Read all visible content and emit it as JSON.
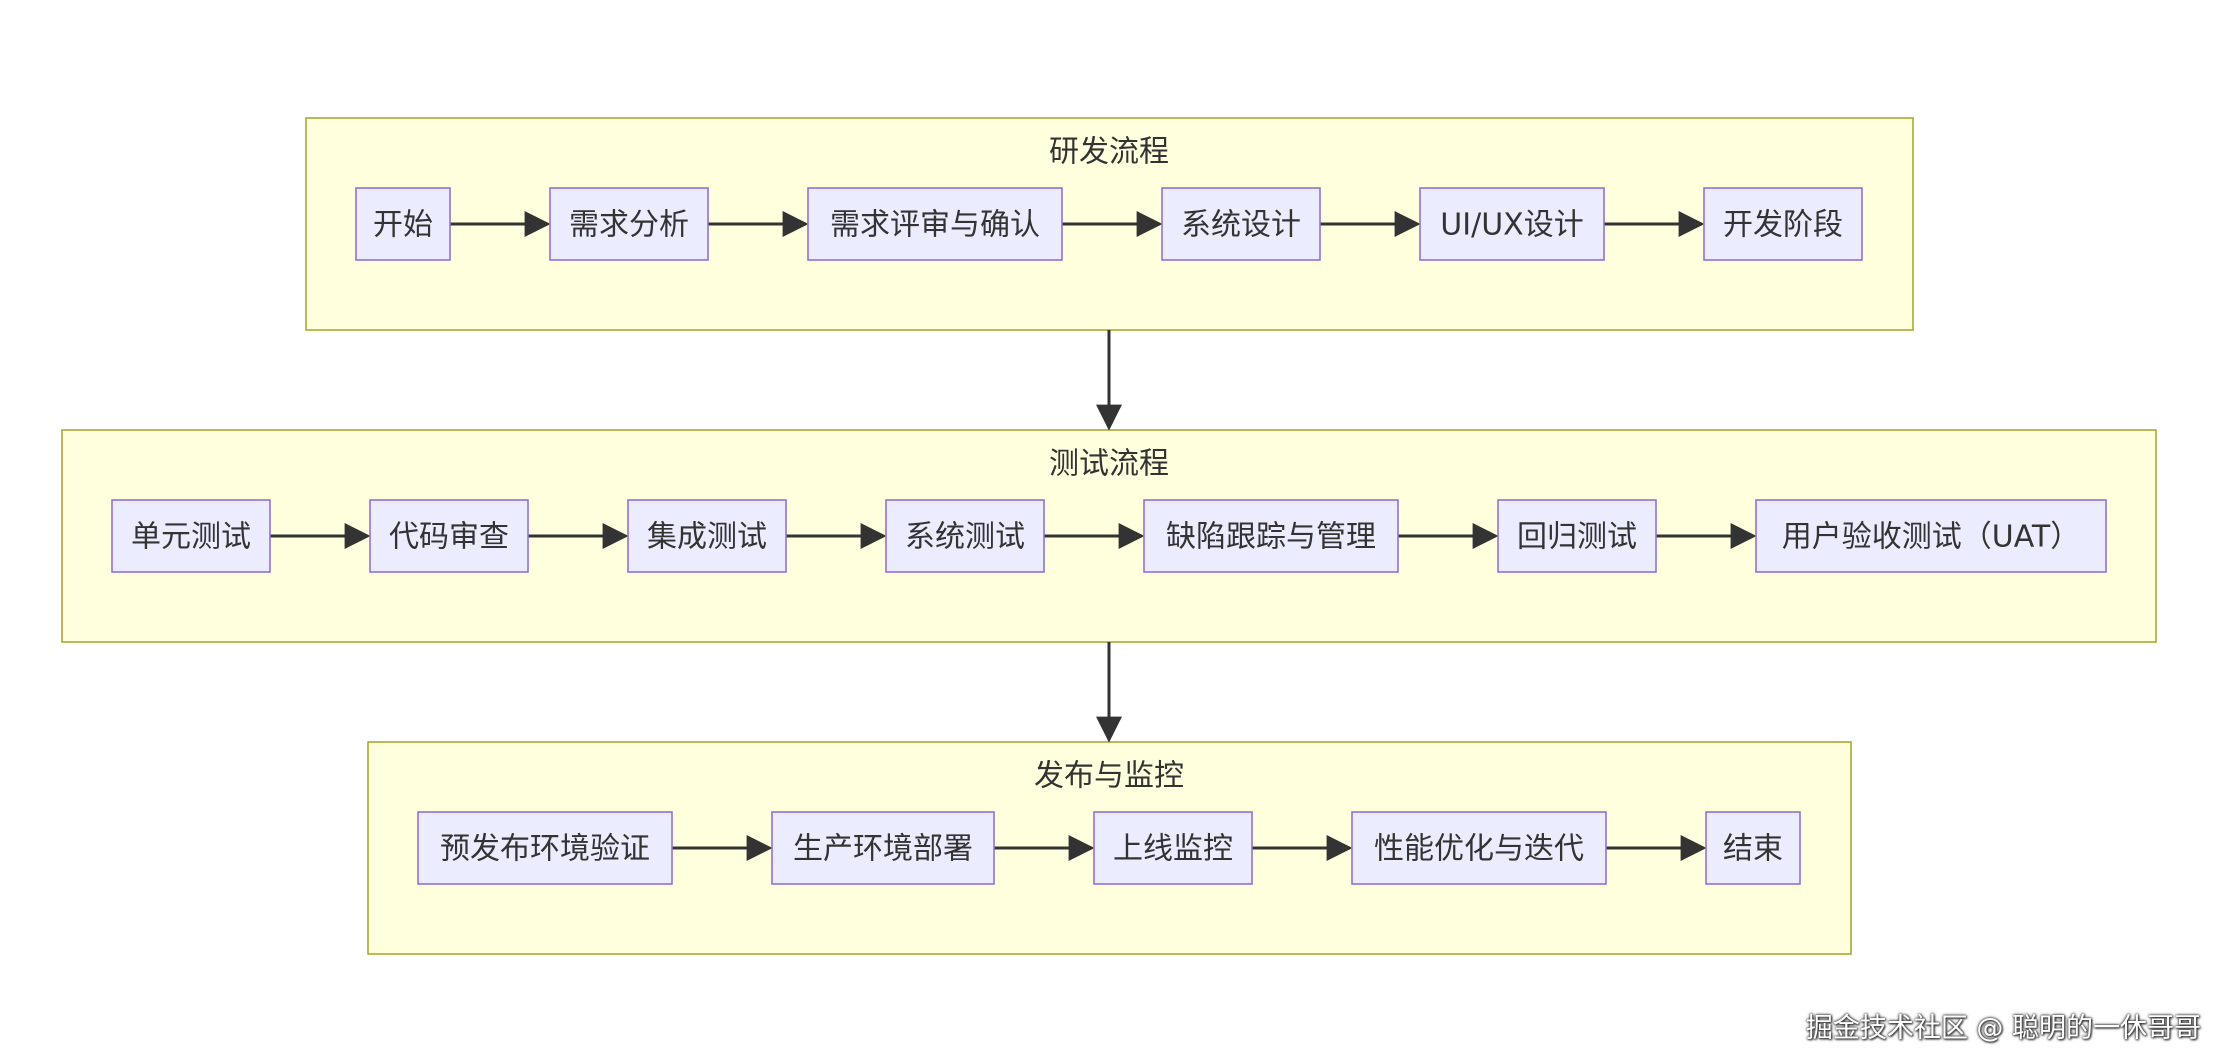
{
  "diagram": {
    "clusters": [
      {
        "id": "dev",
        "title": "研发流程",
        "nodes": [
          {
            "id": "start",
            "label": "开始"
          },
          {
            "id": "req",
            "label": "需求分析"
          },
          {
            "id": "review",
            "label": "需求评审与确认"
          },
          {
            "id": "sysdesign",
            "label": "系统设计"
          },
          {
            "id": "uiux",
            "label": "UI/UX设计"
          },
          {
            "id": "devstage",
            "label": "开发阶段"
          }
        ]
      },
      {
        "id": "test",
        "title": "测试流程",
        "nodes": [
          {
            "id": "unit",
            "label": "单元测试"
          },
          {
            "id": "codereview",
            "label": "代码审查"
          },
          {
            "id": "integration",
            "label": "集成测试"
          },
          {
            "id": "systest",
            "label": "系统测试"
          },
          {
            "id": "bugtrack",
            "label": "缺陷跟踪与管理"
          },
          {
            "id": "regression",
            "label": "回归测试"
          },
          {
            "id": "uat",
            "label": "用户验收测试（UAT）"
          }
        ]
      },
      {
        "id": "release",
        "title": "发布与监控",
        "nodes": [
          {
            "id": "prerelease",
            "label": "预发布环境验证"
          },
          {
            "id": "deploy",
            "label": "生产环境部署"
          },
          {
            "id": "monitor",
            "label": "上线监控"
          },
          {
            "id": "optimize",
            "label": "性能优化与迭代"
          },
          {
            "id": "end",
            "label": "结束"
          }
        ]
      }
    ],
    "edges": [
      {
        "from": "start",
        "to": "req"
      },
      {
        "from": "req",
        "to": "review"
      },
      {
        "from": "review",
        "to": "sysdesign"
      },
      {
        "from": "sysdesign",
        "to": "uiux"
      },
      {
        "from": "uiux",
        "to": "devstage"
      },
      {
        "from": "unit",
        "to": "codereview"
      },
      {
        "from": "codereview",
        "to": "integration"
      },
      {
        "from": "integration",
        "to": "systest"
      },
      {
        "from": "systest",
        "to": "bugtrack"
      },
      {
        "from": "bugtrack",
        "to": "regression"
      },
      {
        "from": "regression",
        "to": "uat"
      },
      {
        "from": "prerelease",
        "to": "deploy"
      },
      {
        "from": "deploy",
        "to": "monitor"
      },
      {
        "from": "monitor",
        "to": "optimize"
      },
      {
        "from": "optimize",
        "to": "end"
      },
      {
        "from": "dev",
        "to": "test"
      },
      {
        "from": "test",
        "to": "release"
      }
    ]
  },
  "watermark": "掘金技术社区 @ 聪明的一休哥哥"
}
